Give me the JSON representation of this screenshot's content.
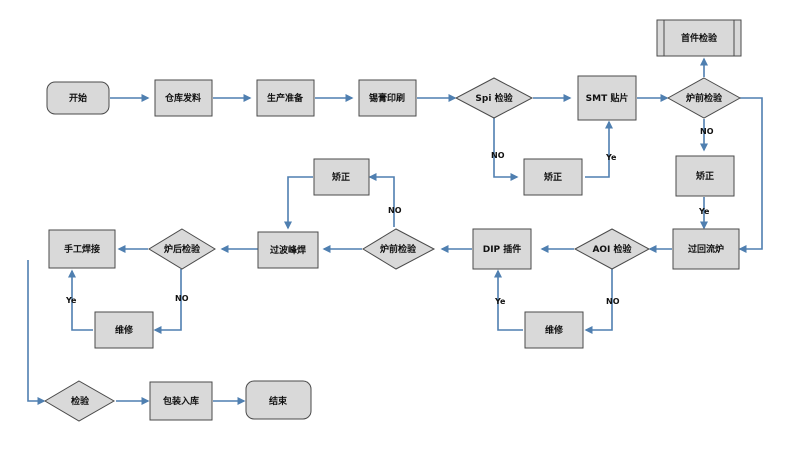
{
  "diagram": {
    "nodes": {
      "start": "开始",
      "warehouse": "仓库发料",
      "prep": "生产准备",
      "solder_print": "锡膏印刷",
      "spi_check": "Spi 检验",
      "smt": "SMT 贴片",
      "preoven_check": "炉前检验",
      "first_article": "首件检验",
      "correct_spi": "矫正",
      "correct_preoven": "矫正",
      "reflow": "过回流炉",
      "aoi": "AOI 检验",
      "repair_aoi": "维修",
      "dip": "DIP 插件",
      "prewave_check": "炉前检验",
      "correct_prewave": "矫正",
      "wave": "过波峰焊",
      "postoven_check": "炉后检验",
      "repair_post": "维修",
      "hand_solder": "手工焊接",
      "final_check": "检验",
      "pack": "包装入库",
      "end": "结束"
    },
    "edge_labels": {
      "spi_no": "NO",
      "spi_ye": "Ye",
      "preoven_no": "NO",
      "preoven_ye": "Ye",
      "aoi_no": "NO",
      "aoi_ye": "Ye",
      "prewave_no": "NO",
      "post_no": "NO",
      "post_ye": "Ye"
    },
    "colors": {
      "node_fill": "#d9d9d9",
      "node_stroke": "#4a4a4a",
      "arrow": "#4f7fb0"
    }
  }
}
